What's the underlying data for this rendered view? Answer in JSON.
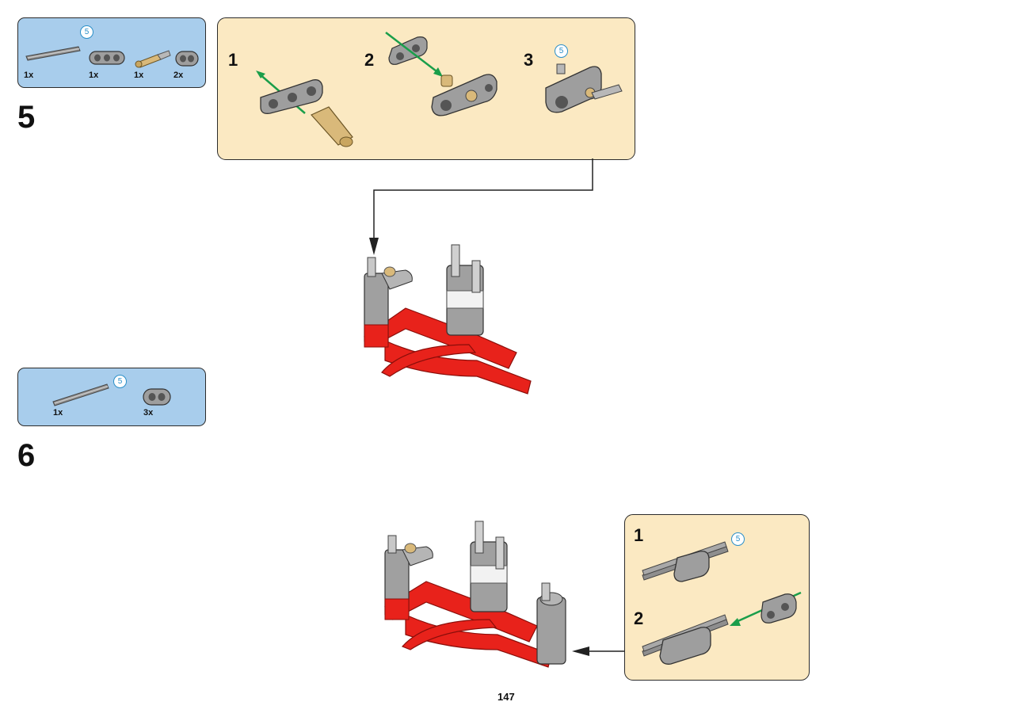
{
  "page_number": "147",
  "colors": {
    "parts_box": "#a8cdec",
    "subassembly_box": "#fbe9c2",
    "beam_red": "#e8221b",
    "beam_gray": "#9e9e9e",
    "pin_tan": "#d9b97a",
    "arrow_green": "#1a9e4a",
    "badge_blue": "#2a8fc8"
  },
  "step5": {
    "number": "5",
    "parts": [
      {
        "icon": "axle-icon",
        "qty": "1x",
        "length_badge": "5"
      },
      {
        "icon": "beam-3-icon",
        "qty": "1x"
      },
      {
        "icon": "axle-pin-icon",
        "qty": "1x"
      },
      {
        "icon": "beam-2-icon",
        "qty": "2x"
      }
    ],
    "subassembly": {
      "steps": [
        {
          "number": "1"
        },
        {
          "number": "2"
        },
        {
          "number": "3",
          "length_badge": "5"
        }
      ]
    }
  },
  "step6": {
    "number": "6",
    "parts": [
      {
        "icon": "axle-icon",
        "qty": "1x",
        "length_badge": "5"
      },
      {
        "icon": "beam-2-icon",
        "qty": "3x"
      }
    ],
    "subassembly": {
      "steps": [
        {
          "number": "1",
          "length_badge": "5"
        },
        {
          "number": "2"
        }
      ]
    }
  }
}
